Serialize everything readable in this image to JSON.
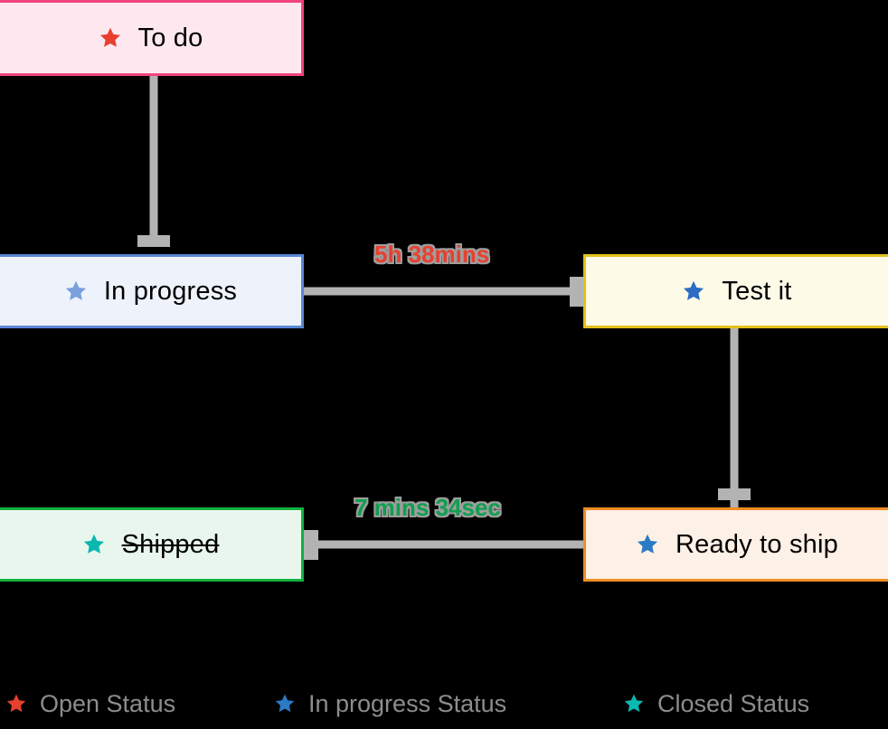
{
  "diagram": {
    "type": "state-flow",
    "background_color": "#000000",
    "edge_color": "#b3b3b3",
    "nodes": [
      {
        "id": "todo",
        "label": "To do",
        "star_color": "#e8402f",
        "border_color": "#f1447e",
        "fill_color": "#fde8ef",
        "strikethrough": false,
        "icon": "star-icon"
      },
      {
        "id": "inprogress",
        "label": "In progress",
        "star_color": "#7aa0de",
        "border_color": "#5b86d6",
        "fill_color": "#eef2fb",
        "strikethrough": false,
        "icon": "star-icon"
      },
      {
        "id": "testit",
        "label": "Test it",
        "star_color": "#2b6cc4",
        "border_color": "#e3c01c",
        "fill_color": "#fdfae8",
        "strikethrough": false,
        "icon": "star-icon"
      },
      {
        "id": "readytoship",
        "label": "Ready to ship",
        "star_color": "#2b7ac4",
        "border_color": "#f08c22",
        "fill_color": "#fdf0e6",
        "strikethrough": false,
        "icon": "star-icon"
      },
      {
        "id": "shipped",
        "label": "Shipped",
        "star_color": "#0ab8b0",
        "border_color": "#11b23f",
        "fill_color": "#e9f6ee",
        "strikethrough": true,
        "icon": "star-icon"
      }
    ],
    "edges": [
      {
        "id": "todo-to-inprogress",
        "from": "todo",
        "to": "inprogress",
        "label": "",
        "label_color": ""
      },
      {
        "id": "inprogress-to-testit",
        "from": "inprogress",
        "to": "testit",
        "label": "5h 38mins",
        "label_color": "#e8402f"
      },
      {
        "id": "testit-to-readytoship",
        "from": "testit",
        "to": "readytoship",
        "label": "",
        "label_color": ""
      },
      {
        "id": "readytoship-to-shipped",
        "from": "readytoship",
        "to": "shipped",
        "label": "7 mins 34sec",
        "label_color": "#0f9f4f"
      }
    ]
  },
  "legend": {
    "items": [
      {
        "id": "open",
        "label": "Open Status",
        "star_color": "#e8402f",
        "icon": "star-icon"
      },
      {
        "id": "in-progress",
        "label": "In progress Status",
        "star_color": "#2b7ac4",
        "icon": "star-icon"
      },
      {
        "id": "closed",
        "label": "Closed Status",
        "star_color": "#0ab8b0",
        "icon": "star-icon"
      }
    ],
    "text_color": "#8d8d8d"
  }
}
